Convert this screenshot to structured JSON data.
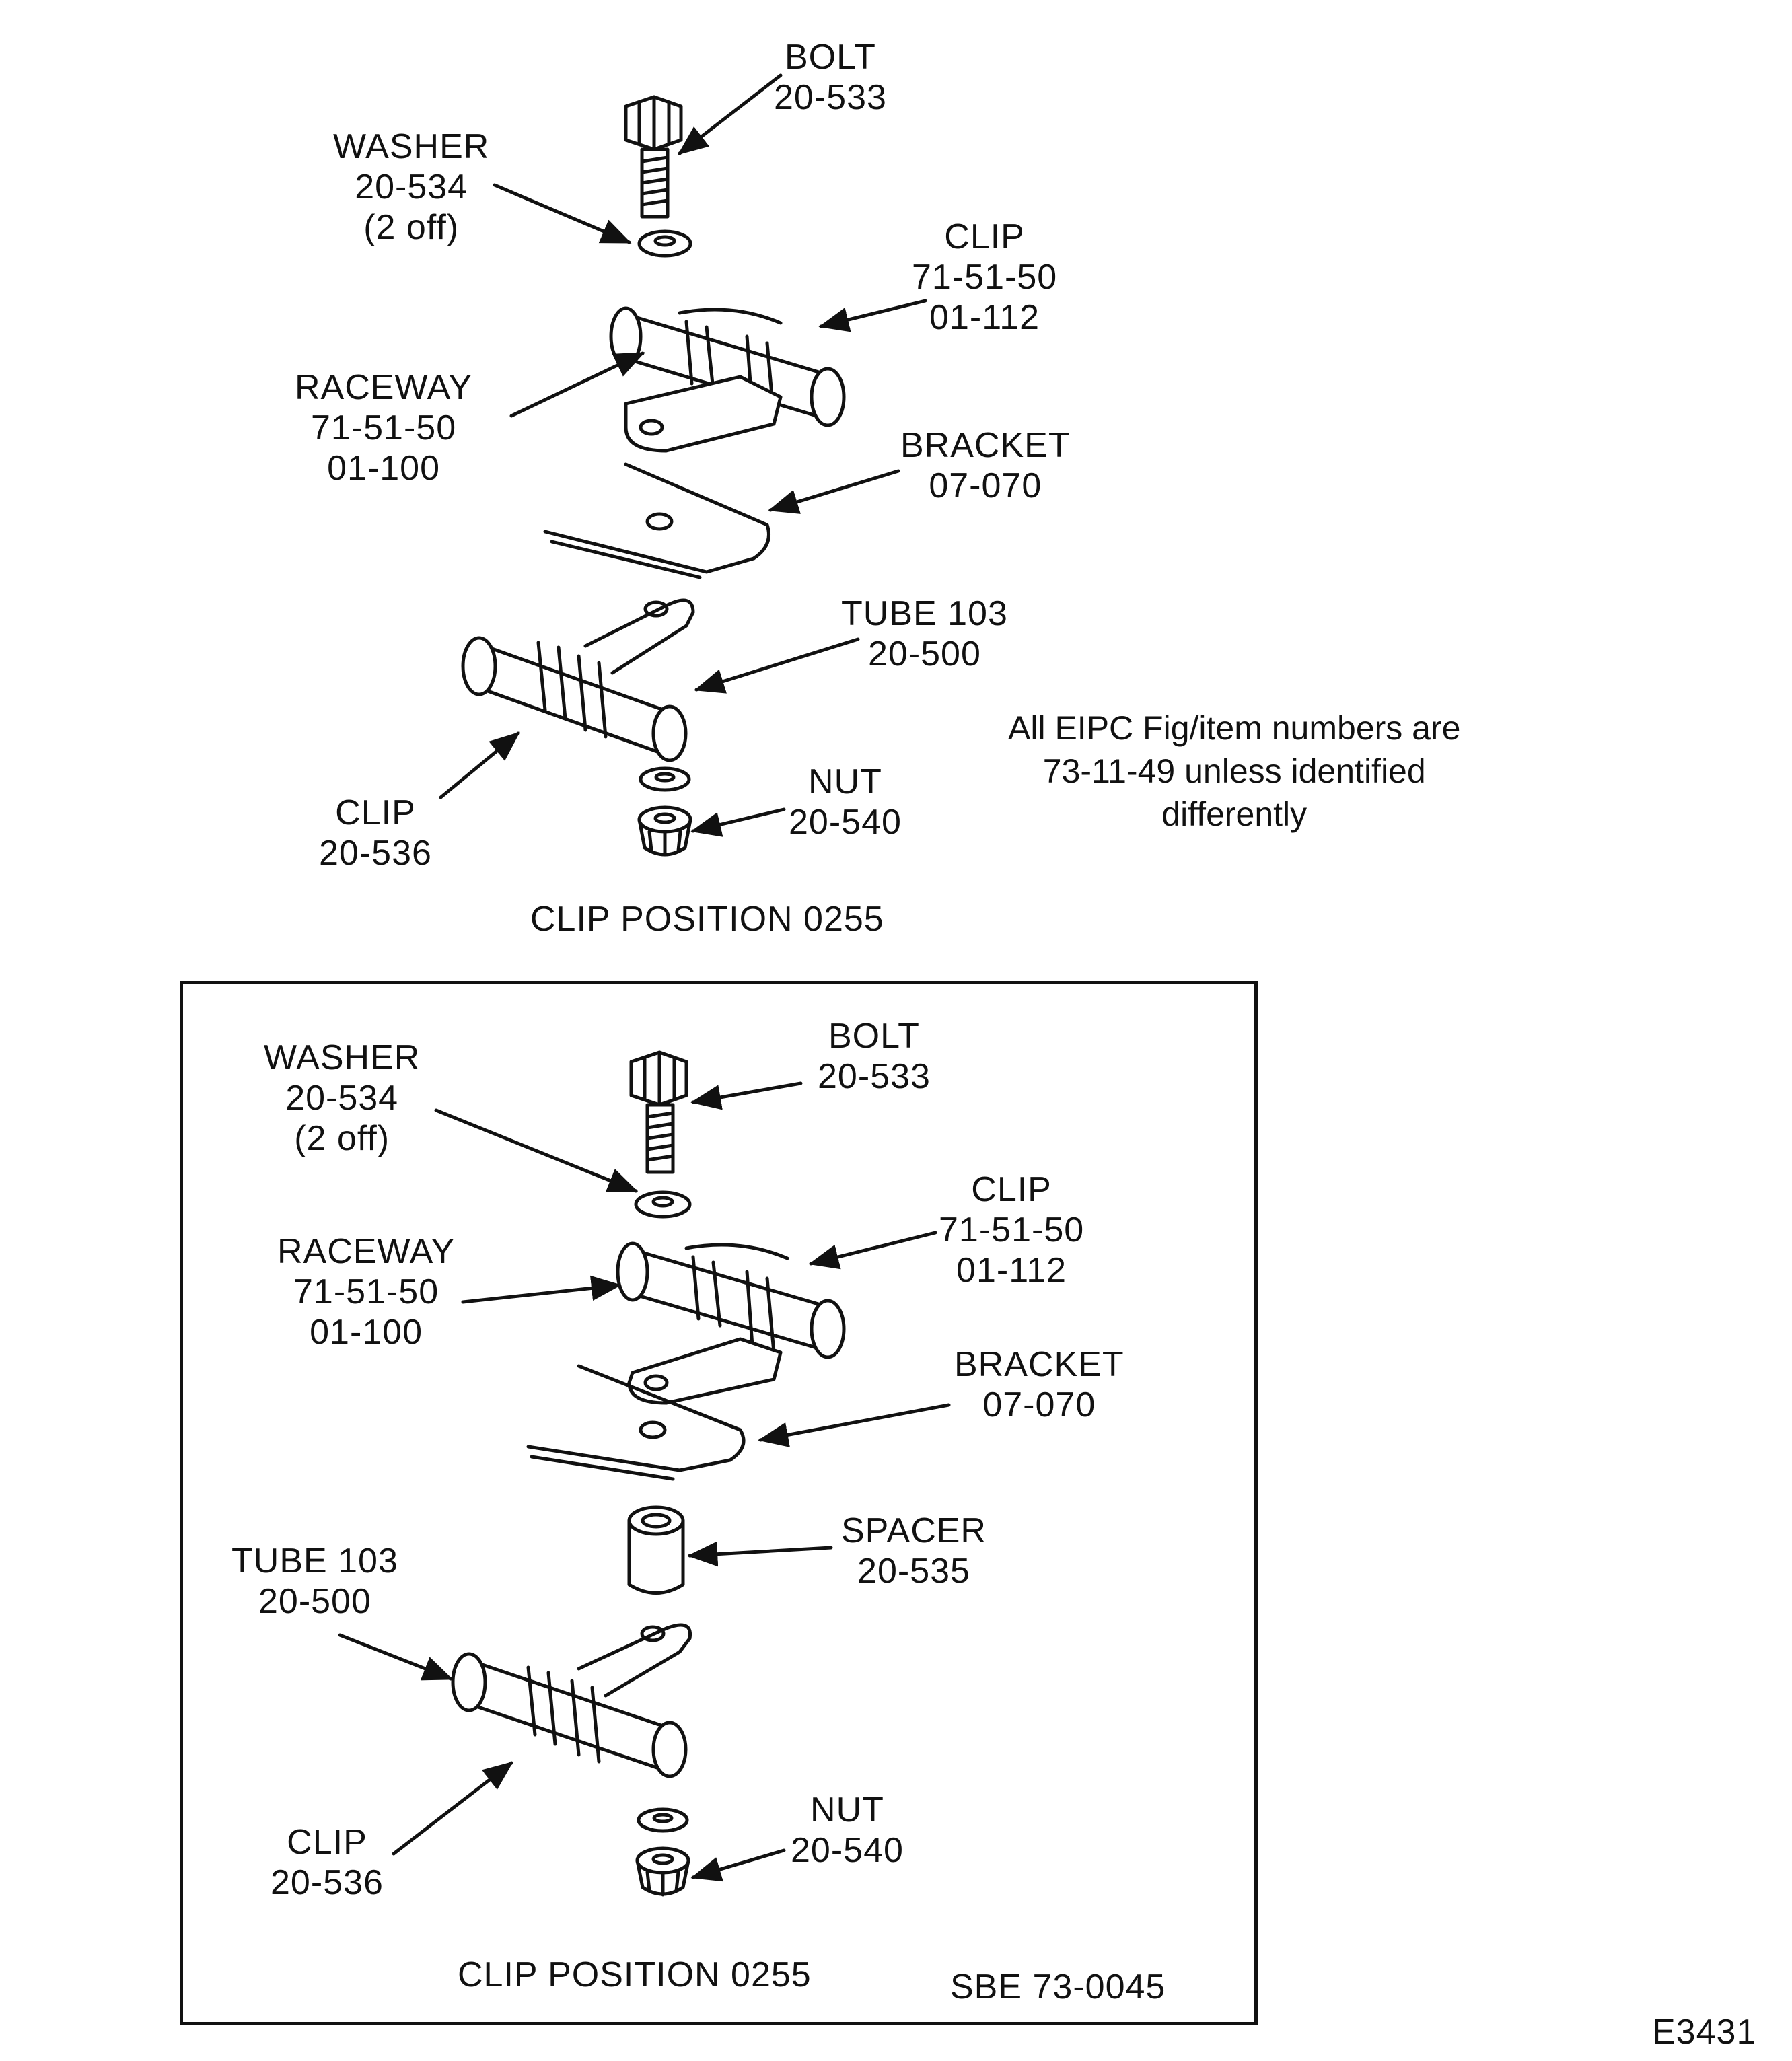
{
  "upper": {
    "bolt": [
      "BOLT",
      "20-533"
    ],
    "washer": [
      "WASHER",
      "20-534",
      "(2 off)"
    ],
    "clip_top": [
      "CLIP",
      "71-51-50",
      "01-112"
    ],
    "raceway": [
      "RACEWAY",
      "71-51-50",
      "01-100"
    ],
    "bracket": [
      "BRACKET",
      "07-070"
    ],
    "tube": [
      "TUBE 103",
      "20-500"
    ],
    "clip_bottom": [
      "CLIP",
      "20-536"
    ],
    "nut": [
      "NUT",
      "20-540"
    ],
    "caption": "CLIP POSITION 0255"
  },
  "note": [
    "All EIPC Fig/item numbers are",
    "73-11-49 unless identified",
    "differently"
  ],
  "lower": {
    "bolt": [
      "BOLT",
      "20-533"
    ],
    "washer": [
      "WASHER",
      "20-534",
      "(2 off)"
    ],
    "clip_top": [
      "CLIP",
      "71-51-50",
      "01-112"
    ],
    "raceway": [
      "RACEWAY",
      "71-51-50",
      "01-100"
    ],
    "bracket": [
      "BRACKET",
      "07-070"
    ],
    "spacer": [
      "SPACER",
      "20-535"
    ],
    "tube": [
      "TUBE 103",
      "20-500"
    ],
    "clip_bottom": [
      "CLIP",
      "20-536"
    ],
    "nut": [
      "NUT",
      "20-540"
    ],
    "caption": "CLIP POSITION 0255",
    "sbe": "SBE 73-0045"
  },
  "figure_id": "E3431"
}
